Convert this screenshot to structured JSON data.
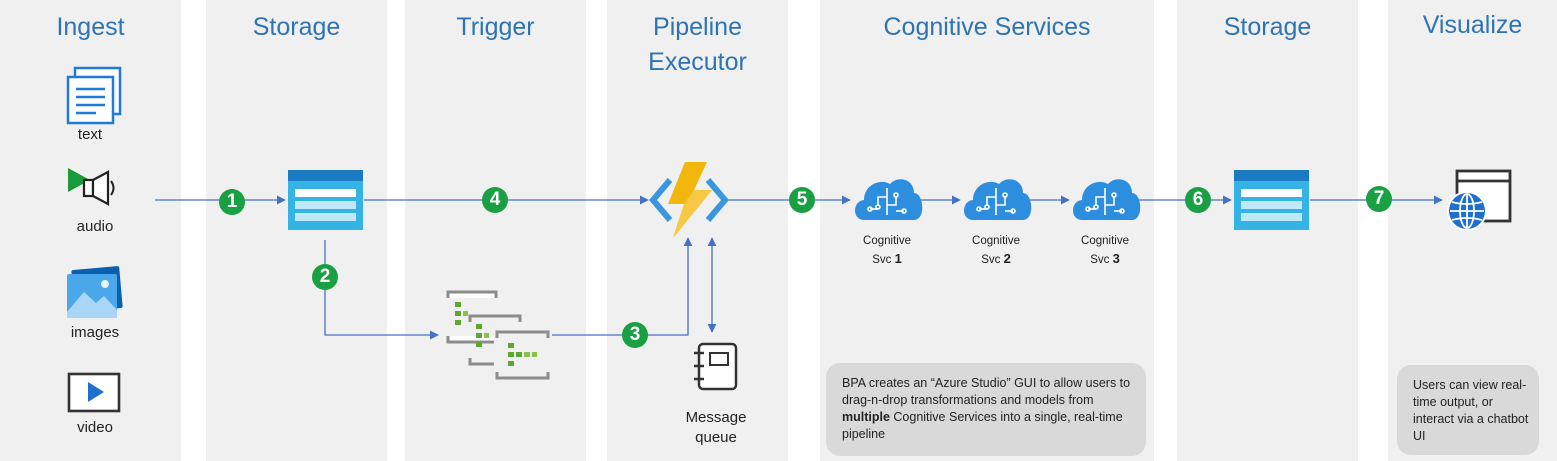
{
  "columns": [
    {
      "id": "ingest",
      "title": "Ingest"
    },
    {
      "id": "storage1",
      "title": "Storage"
    },
    {
      "id": "trigger",
      "title": "Trigger"
    },
    {
      "id": "pipeline",
      "title": "Pipeline\nExecutor"
    },
    {
      "id": "cognitive",
      "title": "Cognitive Services"
    },
    {
      "id": "storage2",
      "title": "Storage"
    },
    {
      "id": "visualize",
      "title": "Visualize"
    }
  ],
  "ingest_items": {
    "text": "text",
    "audio": "audio",
    "images": "images",
    "video": "video"
  },
  "steps": [
    "1",
    "2",
    "3",
    "4",
    "5",
    "6",
    "7"
  ],
  "message_queue_label": "Message\nqueue",
  "cognitive_services": [
    {
      "label": "Cognitive\nSvc",
      "number": "1"
    },
    {
      "label": "Cognitive\nSvc",
      "number": "2"
    },
    {
      "label": "Cognitive\nSvc",
      "number": "3"
    }
  ],
  "notes": {
    "bpa_pre": "BPA creates an “Azure Studio” GUI to allow users to drag-n-drop transformations and models from ",
    "bpa_bold": "multiple",
    "bpa_post": " Cognitive Services into a single, real-time pipeline",
    "visualize": "Users can view real-time output, or interact via a chatbot UI"
  },
  "colors": {
    "title": "#2e74b5",
    "step_green": "#18a043",
    "arrow": "#4472c4",
    "column_bg": "#f0f0f0",
    "note_bg": "#d9d9d9"
  }
}
